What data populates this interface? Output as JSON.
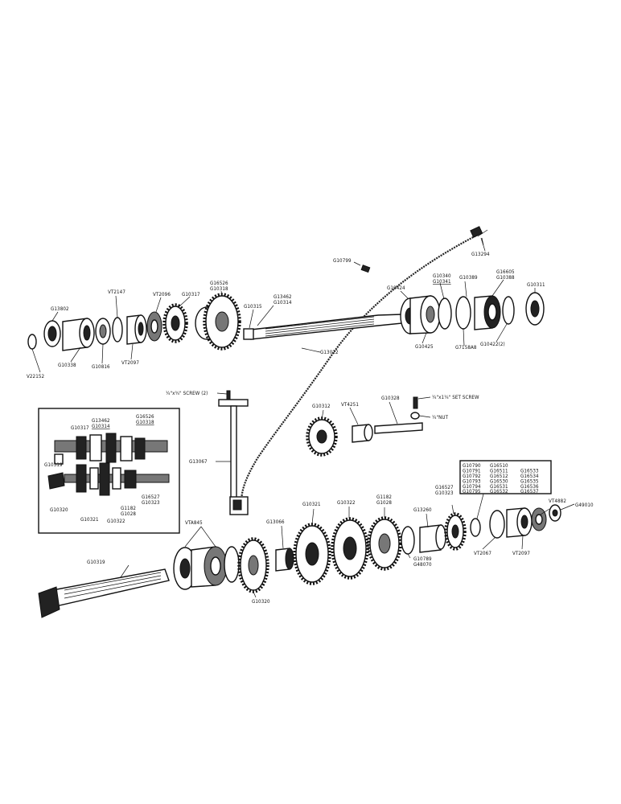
{
  "labels": {
    "g13294": "G13294",
    "g10799": "G10799",
    "g10340": "G10340",
    "g10341": "G10341",
    "g10389": "G10389",
    "g16605": "G16605",
    "g10388": "G10388",
    "g10311": "G10311",
    "g10424": "G10424",
    "g10425": "G10425",
    "g7158a8": "G7158A8",
    "g10422": "G10422(2)",
    "vt2147": "VT2147",
    "vt2096": "VT2096",
    "g10317": "G10317",
    "g16526": "G16526",
    "g10318": "G10318",
    "g13462": "G13462",
    "g10314": "G10314",
    "g10315": "G10315",
    "g13802": "G13802",
    "g10338": "G10338",
    "g10816": "G10816",
    "vt2097": "VT2097",
    "v22152": "V22152",
    "g13022": "G13022",
    "screw2": "¼\"x¾\" SCREW (2)",
    "g10312": "G10312",
    "vt4251": "VT4251",
    "g10328": "G10328",
    "setscrew": "¼\"x1¼\" SET SCREW",
    "nut": "¼\"NUT",
    "g13067": "G13067",
    "inset_g10317": "G10317",
    "inset_g13462": "G13462",
    "inset_g10314": "G10314",
    "inset_g16526": "G16526",
    "inset_g10318": "G10318",
    "inset_g10319": "G10319",
    "inset_g10320": "G10320",
    "inset_g10321": "G10321",
    "inset_g1182": "G1182",
    "inset_g1028": "G1028",
    "inset_g10322": "G10322",
    "inset_g16527": "G16527",
    "inset_g10323": "G10323",
    "vta845": "VTA845",
    "g13066": "G13066",
    "g10321": "G10321",
    "g10322": "G10322",
    "g1182": "G1182",
    "g1028": "G1028",
    "g16527": "G16527",
    "g10323": "G10323",
    "g13260": "G13260",
    "g10789": "G10789",
    "g48070": "G48070",
    "g10319": "G10319",
    "g10320": "G10320",
    "vt2067": "VT2067",
    "vt2097b": "VT2097",
    "vt4882": "VT4882",
    "g49010": "G49010"
  },
  "shim_table": [
    [
      "G10790",
      "G16510",
      ""
    ],
    [
      "G10791",
      "G16511",
      "G16533"
    ],
    [
      "G10792",
      "G16512",
      "G16534"
    ],
    [
      "G10793",
      "G16530",
      "G16535"
    ],
    [
      "G10794",
      "G16531",
      "G16536"
    ],
    [
      "G10795",
      "G16532",
      "G16537"
    ]
  ]
}
